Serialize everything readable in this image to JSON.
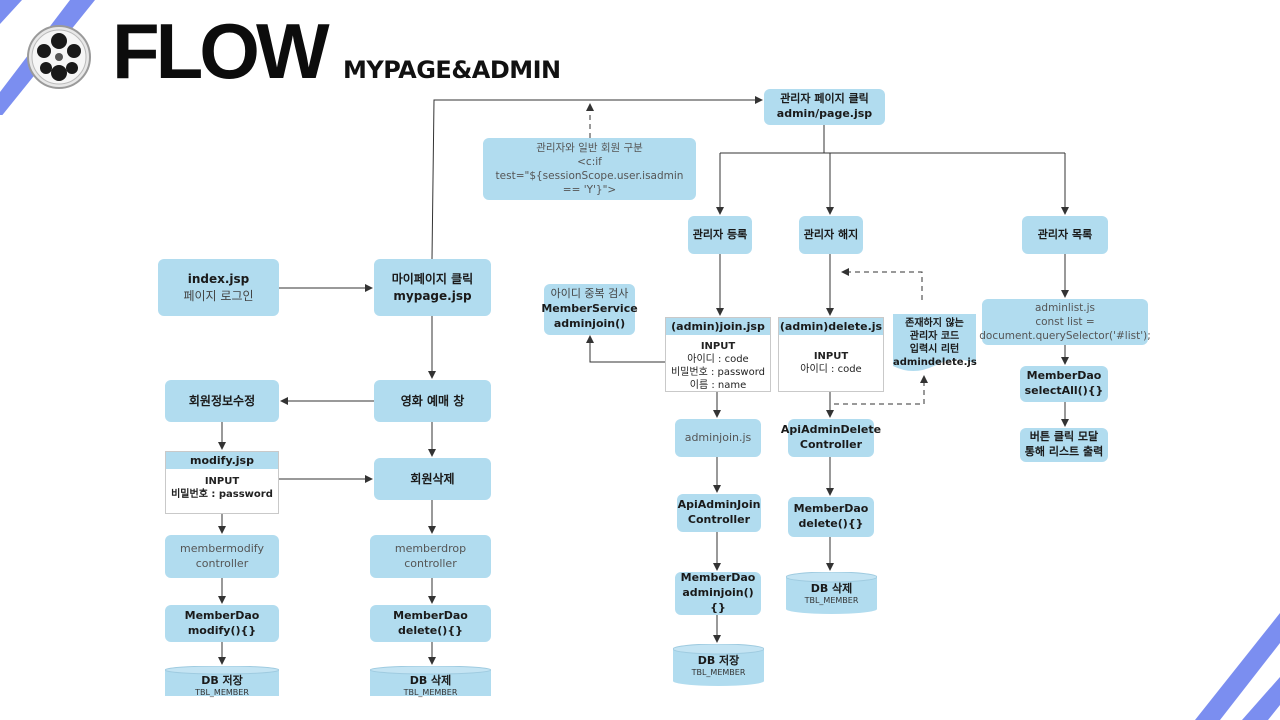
{
  "header": {
    "title": "FLOW",
    "subtitle": "MYPAGE&ADMIN"
  },
  "colors": {
    "node": "#b1dcef",
    "stripe": "#7b8ef0",
    "line": "#333333"
  },
  "nodes": {
    "index": {
      "line1": "index.jsp",
      "line2": "페이지 로그인"
    },
    "mypage": {
      "line1": "마이페이지 클릭",
      "line2": "mypage.jsp"
    },
    "moviepage": {
      "line1": "영화 예매 창"
    },
    "modify_info": {
      "line1": "회원정보수정"
    },
    "delete_member": {
      "line1": "회원삭제"
    },
    "modify_card": {
      "header": "modify.jsp",
      "line1": "INPUT",
      "line2": "비밀번호 : password"
    },
    "membermodify_ctrl": {
      "line1": "membermodify",
      "line2": "controller"
    },
    "memberdrop_ctrl": {
      "line1": "memberdrop",
      "line2": "controller"
    },
    "dao_modify": {
      "line1": "MemberDao",
      "line2": "modify(){}"
    },
    "dao_delete_left": {
      "line1": "MemberDao",
      "line2": "delete(){}"
    },
    "db_save_left": {
      "line1": "DB 저장",
      "line2": "TBL_MEMBER"
    },
    "db_delete_left": {
      "line1": "DB 삭제",
      "line2": "TBL_MEMBER"
    },
    "admin_page": {
      "line1": "관리자 페이지 클릭",
      "line2": "admin/page.jsp"
    },
    "admin_note": {
      "line1": "관리자와 일반 회원 구분",
      "line2": "<c:if test=\"${sessionScope.user.isadmin",
      "line3": "== 'Y'}\">"
    },
    "admin_register": {
      "line1": "관리자 등록"
    },
    "admin_release": {
      "line1": "관리자 해지"
    },
    "admin_list": {
      "line1": "관리자 목록"
    },
    "id_check": {
      "line1": "아이디 중복 검사",
      "line2": "MemberService",
      "line3": "adminjoin()"
    },
    "join_card": {
      "header": "(admin)join.jsp",
      "line1": "INPUT",
      "line2": "아이디 : code",
      "line3": "비밀번호 : password",
      "line4": "이름 : name"
    },
    "delete_card": {
      "header": "(admin)delete.js",
      "line1": "INPUT",
      "line2": "아이디 : code"
    },
    "not_exist_note": {
      "line1": "존재하지 않는",
      "line2": "관리자 코드",
      "line3": "입력시 리턴",
      "line4": "admindelete.js"
    },
    "adminlist_js": {
      "line1": "adminlist.js",
      "line2": "const list =",
      "line3": "document.querySelector('#list');"
    },
    "adminjoin_js": {
      "line1": "adminjoin.js"
    },
    "api_join_ctrl": {
      "line1": "ApiAdminJoin",
      "line2": "Controller"
    },
    "api_delete_ctrl": {
      "line1": "ApiAdminDelete",
      "line2": "Controller"
    },
    "dao_selectall": {
      "line1": "MemberDao",
      "line2": "selectAll(){}"
    },
    "modal_output": {
      "line1": "버튼 클릭 모달",
      "line2": "통해 리스트 출력"
    },
    "dao_adminjoin": {
      "line1": "MemberDao",
      "line2": "adminjoin(){}"
    },
    "dao_delete_right": {
      "line1": "MemberDao",
      "line2": "delete(){}"
    },
    "db_save_right": {
      "line1": "DB 저장",
      "line2": "TBL_MEMBER"
    },
    "db_delete_right": {
      "line1": "DB 삭제",
      "line2": "TBL_MEMBER"
    }
  }
}
